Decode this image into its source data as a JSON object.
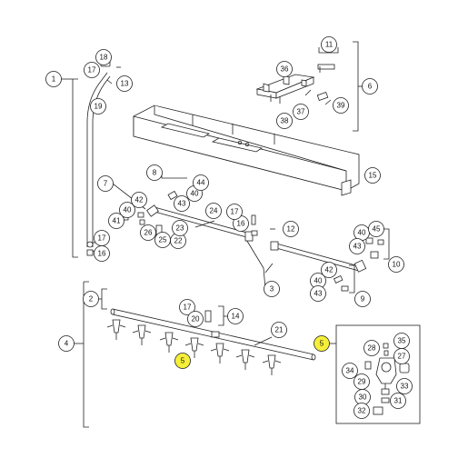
{
  "callouts": [
    {
      "id": "c1",
      "label": "1"
    },
    {
      "id": "c2",
      "label": "2"
    },
    {
      "id": "c3",
      "label": "3"
    },
    {
      "id": "c4",
      "label": "4"
    },
    {
      "id": "c5a",
      "label": "5",
      "highlight": true
    },
    {
      "id": "c5b",
      "label": "5",
      "highlight": true
    },
    {
      "id": "c6",
      "label": "6"
    },
    {
      "id": "c7",
      "label": "7"
    },
    {
      "id": "c8",
      "label": "8"
    },
    {
      "id": "c9",
      "label": "9"
    },
    {
      "id": "c10",
      "label": "10"
    },
    {
      "id": "c11",
      "label": "11"
    },
    {
      "id": "c12",
      "label": "12"
    },
    {
      "id": "c13",
      "label": "13"
    },
    {
      "id": "c14",
      "label": "14"
    },
    {
      "id": "c15",
      "label": "15"
    },
    {
      "id": "c16a",
      "label": "16"
    },
    {
      "id": "c16b",
      "label": "16"
    },
    {
      "id": "c17a",
      "label": "17"
    },
    {
      "id": "c17b",
      "label": "17"
    },
    {
      "id": "c17c",
      "label": "17"
    },
    {
      "id": "c17d",
      "label": "17"
    },
    {
      "id": "c18",
      "label": "18"
    },
    {
      "id": "c19",
      "label": "19"
    },
    {
      "id": "c20",
      "label": "20"
    },
    {
      "id": "c21",
      "label": "21"
    },
    {
      "id": "c22",
      "label": "22"
    },
    {
      "id": "c23",
      "label": "23"
    },
    {
      "id": "c24",
      "label": "24"
    },
    {
      "id": "c25",
      "label": "25"
    },
    {
      "id": "c26",
      "label": "26"
    },
    {
      "id": "c27",
      "label": "27"
    },
    {
      "id": "c28",
      "label": "28"
    },
    {
      "id": "c29",
      "label": "29"
    },
    {
      "id": "c30",
      "label": "30"
    },
    {
      "id": "c31",
      "label": "31"
    },
    {
      "id": "c32",
      "label": "32"
    },
    {
      "id": "c33",
      "label": "33"
    },
    {
      "id": "c34",
      "label": "34"
    },
    {
      "id": "c35",
      "label": "35"
    },
    {
      "id": "c36",
      "label": "36"
    },
    {
      "id": "c37",
      "label": "37"
    },
    {
      "id": "c38",
      "label": "38"
    },
    {
      "id": "c39",
      "label": "39"
    },
    {
      "id": "c40a",
      "label": "40"
    },
    {
      "id": "c40b",
      "label": "40"
    },
    {
      "id": "c40c",
      "label": "40"
    },
    {
      "id": "c40d",
      "label": "40"
    },
    {
      "id": "c41",
      "label": "41"
    },
    {
      "id": "c42a",
      "label": "42"
    },
    {
      "id": "c42b",
      "label": "42"
    },
    {
      "id": "c43a",
      "label": "43"
    },
    {
      "id": "c43b",
      "label": "43"
    },
    {
      "id": "c43c",
      "label": "43"
    },
    {
      "id": "c44",
      "label": "44"
    },
    {
      "id": "c45",
      "label": "45"
    }
  ],
  "colors": {
    "highlight": "#f5ef3a",
    "line": "#222222",
    "background": "#ffffff"
  }
}
